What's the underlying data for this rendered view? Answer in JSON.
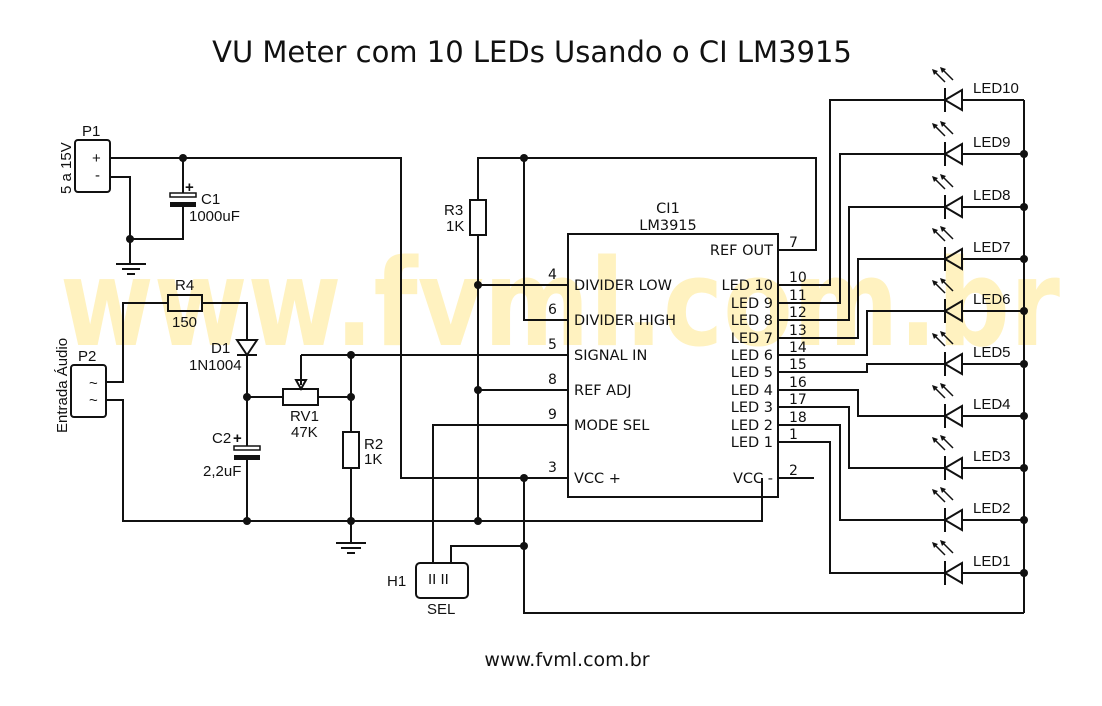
{
  "title": "VU Meter com 10 LEDs Usando o CI LM3915",
  "footer_url": "www.fvml.com.br",
  "watermark": "www.fvml.com.br",
  "colors": {
    "watermark": "#fff2c0",
    "ink": "#111111"
  },
  "power": {
    "ref": "P1",
    "voltage": "5 a 15V",
    "plus": "+",
    "minus": "-"
  },
  "c1": {
    "ref": "C1",
    "value": "1000uF",
    "polarity": "+"
  },
  "audio_in": {
    "ref": "P2",
    "label": "Entrada Áudio",
    "pin1": "~",
    "pin2": "~"
  },
  "r4": {
    "ref": "R4",
    "value": "150"
  },
  "d1": {
    "ref": "D1",
    "value": "1N1004"
  },
  "c2": {
    "ref": "C2",
    "value": "2,2uF",
    "polarity": "+"
  },
  "rv1": {
    "ref": "RV1",
    "value": "47K"
  },
  "r2": {
    "ref": "R2",
    "value": "1K"
  },
  "r3": {
    "ref": "R3",
    "value": "1K"
  },
  "h1": {
    "ref": "H1",
    "label": "SEL",
    "pins": "II  II"
  },
  "ic": {
    "ref": "CI1",
    "part": "LM3915",
    "left_pins": [
      {
        "num": "4",
        "name": "DIVIDER LOW"
      },
      {
        "num": "6",
        "name": "DIVIDER HIGH"
      },
      {
        "num": "5",
        "name": "SIGNAL IN"
      },
      {
        "num": "8",
        "name": "REF ADJ"
      },
      {
        "num": "9",
        "name": "MODE SEL"
      },
      {
        "num": "3",
        "name": "VCC +"
      }
    ],
    "right_pins": [
      {
        "num": "7",
        "name": "REF OUT"
      },
      {
        "num": "10",
        "name": "LED 10"
      },
      {
        "num": "11",
        "name": "LED 9"
      },
      {
        "num": "12",
        "name": "LED 8"
      },
      {
        "num": "13",
        "name": "LED 7"
      },
      {
        "num": "14",
        "name": "LED 6"
      },
      {
        "num": "15",
        "name": "LED 5"
      },
      {
        "num": "16",
        "name": "LED 4"
      },
      {
        "num": "17",
        "name": "LED 3"
      },
      {
        "num": "18",
        "name": "LED 2"
      },
      {
        "num": "1",
        "name": "LED 1"
      },
      {
        "num": "2",
        "name": "VCC -"
      }
    ]
  },
  "leds": [
    "LED10",
    "LED9",
    "LED8",
    "LED7",
    "LED6",
    "LED5",
    "LED4",
    "LED3",
    "LED2",
    "LED1"
  ]
}
